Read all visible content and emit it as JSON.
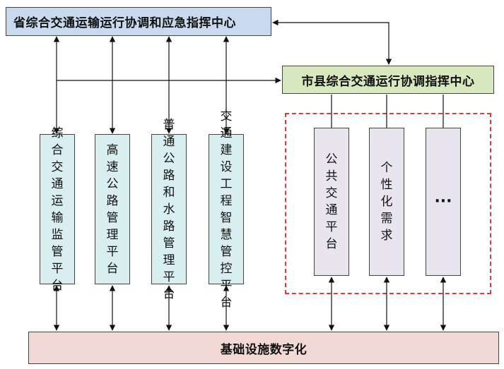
{
  "nodes": {
    "province_center": "省综合交通运输运行协调和应急指挥中心",
    "city_center": "市县综合交通运行协调指挥中心",
    "infrastructure": "基础设施数字化",
    "platforms": [
      "综合交通运输监管平台",
      "高速公路管理平台",
      "普通公路和水路管理平台",
      "交通建设工程智慧管控平台"
    ],
    "city_platforms": [
      "公共交通平台",
      "个性化需求",
      "···"
    ]
  },
  "colors": {
    "province_fill": "#c9d9ef",
    "city_fill": "#d8e8bf",
    "infra_fill": "#f3d9d6",
    "platform_fill": "#d9eef0",
    "city_platform_fill": "#e8e5ee",
    "dashed_border": "#e03a3a"
  }
}
